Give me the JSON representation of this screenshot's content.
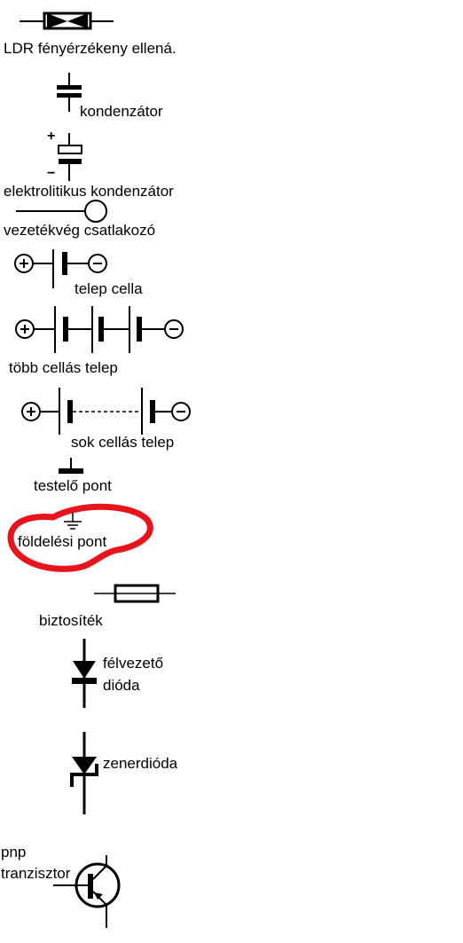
{
  "labels": {
    "ldr": "LDR fényérzékeny ellená.",
    "capacitor": "kondenzátor",
    "electrolytic_capacitor": "elektrolitikus kondenzátor",
    "wire_end_connector": "vezetékvég csatlakozó",
    "battery_cell": "telep cella",
    "multi_cell_battery": "több cellás telep",
    "many_cell_battery": "sok cellás telep",
    "chassis_ground": "testelő pont",
    "earth_ground": "földelési pont",
    "fuse": "biztosíték",
    "semiconductor_diode_line1": "félvezető",
    "semiconductor_diode_line2": "dióda",
    "zener_diode": "zenerdióda",
    "pnp_transistor_line1": "pnp",
    "pnp_transistor_line2": "tranzisztor"
  },
  "polarity": {
    "plus": "+",
    "minus": "−"
  },
  "colors": {
    "ink": "#000000",
    "highlight": "#e8141b",
    "background": "#ffffff"
  }
}
